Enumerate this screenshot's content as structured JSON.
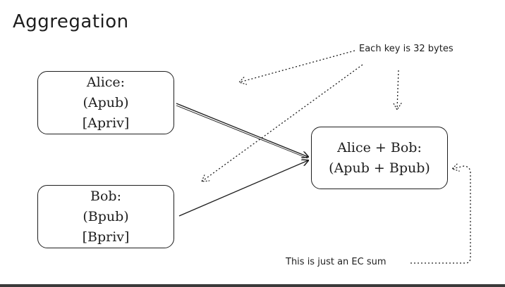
{
  "title": "Aggregation",
  "boxes": {
    "alice": {
      "line1": "Alice:",
      "line2": "(Apub)",
      "line3": "[Apriv]"
    },
    "bob": {
      "line1": "Bob:",
      "line2": "(Bpub)",
      "line3": "[Bpriv]"
    },
    "sum": {
      "line1": "Alice + Bob:",
      "line2": "(Apub + Bpub)"
    }
  },
  "annotations": {
    "key_size": "Each key is 32 bytes",
    "ec_sum": "This is just an EC sum"
  },
  "colors": {
    "stroke": "#1e1e1e",
    "background": "#ffffff"
  }
}
